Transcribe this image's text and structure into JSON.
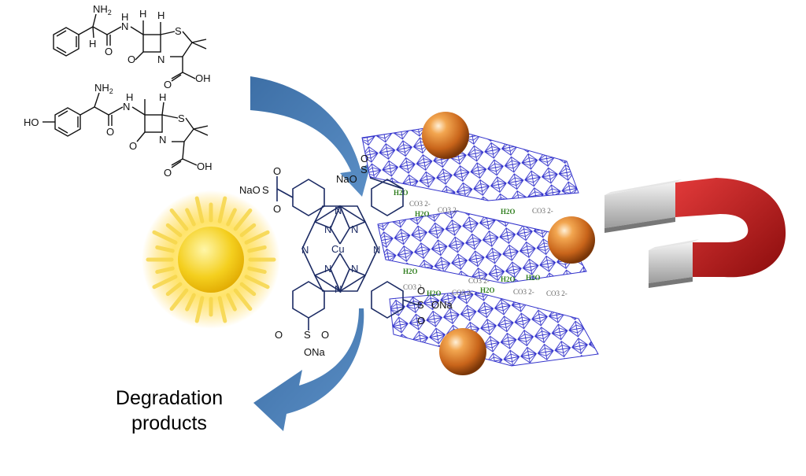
{
  "caption": {
    "line1": "Degradation",
    "line2": "products"
  },
  "drug_labels": {
    "amine": "NH",
    "amine_sub": "2",
    "hydrogen": "H",
    "nitrogen": "N",
    "sulfur": "S",
    "oxygen": "O",
    "acid": "OH",
    "hydroxy": "HO"
  },
  "phthalocyanine": {
    "metal": "Cu",
    "nitrogen": "N",
    "sulfonate_left": "NaO",
    "sulfonate_group": "S",
    "sulfonate_o": "O",
    "sulfonate_ona": "ONa"
  },
  "interlayer": {
    "water": "H2O",
    "carbonate": "CO3 2-"
  },
  "colors": {
    "arrow": "#4a7fb5",
    "ldh_lines": "#3333cc",
    "nanoparticle": "#d07020",
    "magnet_red": "#c21a1a",
    "magnet_grey": "#b8b8b8",
    "sun": "#f2c21b",
    "molecule": "#1b2a63"
  },
  "icons": [
    "sun-icon",
    "magnet-icon",
    "nanoparticle-icon",
    "arrow-icon"
  ]
}
